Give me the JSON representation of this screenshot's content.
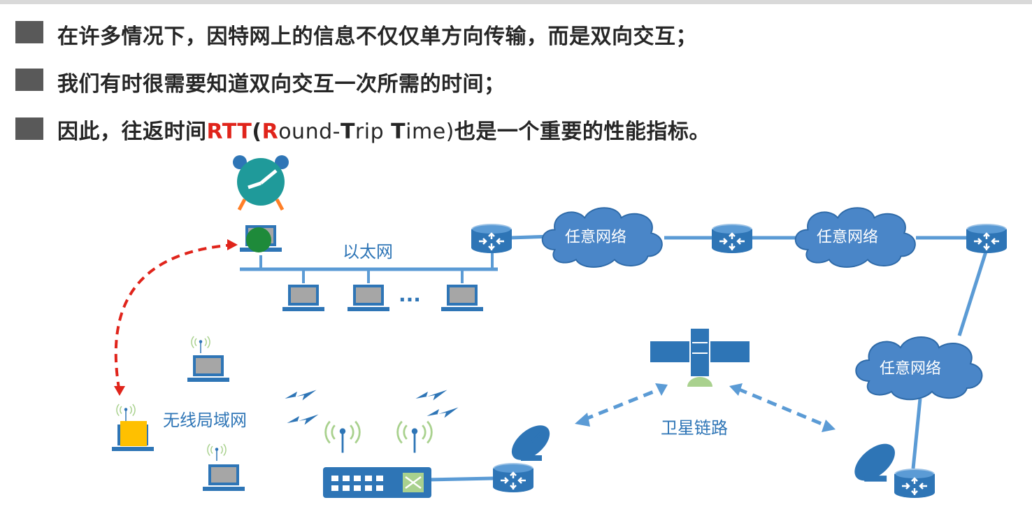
{
  "bullets": [
    {
      "text": "在许多情况下，因特网上的信息不仅仅单方向传输，而是双向交互；"
    },
    {
      "text": "我们有时很需要知道双向交互一次所需的时间；"
    },
    {
      "pre": "因此，往返时间",
      "rtt": "RTT",
      "open": "(",
      "R": "R",
      "ound": "ound-",
      "T": "T",
      "rip": "rip ",
      "T2": "T",
      "ime": "ime)",
      "post": "也是一个重要的性能指标。"
    }
  ],
  "diagram": {
    "ethernet_label": "以太网",
    "dots": "···",
    "cloud_label": "任意网络",
    "wlan_label": "无线局域网",
    "satellite_label": "卫星链路"
  },
  "colors": {
    "blue": "#2e75b6",
    "cloud": "#4a86c8",
    "red_dash": "#e0241b",
    "clock": "#1f9a9a",
    "green_dot": "#1e8a3a",
    "orange": "#ffc000"
  }
}
